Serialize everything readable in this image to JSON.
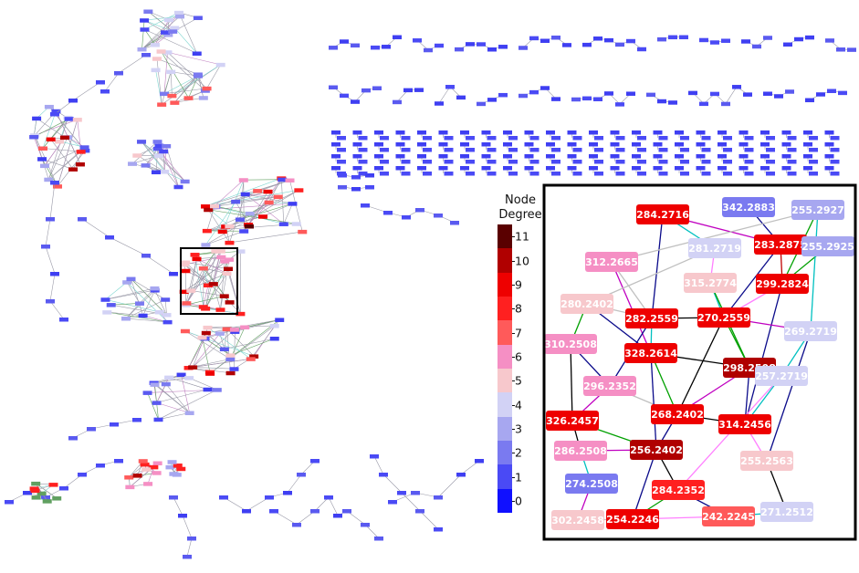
{
  "legend": {
    "title_line1": "Node",
    "title_line2": "Degree",
    "ticks": [
      "11",
      "10",
      "9",
      "8",
      "7",
      "6",
      "5",
      "4",
      "3",
      "2",
      "1",
      "0"
    ],
    "colors": [
      "#5a0000",
      "#b00000",
      "#ee0000",
      "#ff2020",
      "#ff5a5a",
      "#f58fc4",
      "#f7c8cc",
      "#d2d2f5",
      "#a7a7f0",
      "#7a7af0",
      "#4a4af5",
      "#1010ff"
    ]
  },
  "inset": {
    "nodes": [
      {
        "label": "284.2716",
        "degree": 9
      },
      {
        "label": "342.2883",
        "degree": 2
      },
      {
        "label": "255.2927",
        "degree": 3
      },
      {
        "label": "281.2719",
        "degree": 4
      },
      {
        "label": "283.2875",
        "degree": 9
      },
      {
        "label": "255.2925",
        "degree": 3
      },
      {
        "label": "312.2665",
        "degree": 6
      },
      {
        "label": "315.2774",
        "degree": 5
      },
      {
        "label": "299.2824",
        "degree": 9
      },
      {
        "label": "280.2402",
        "degree": 5
      },
      {
        "label": "282.2559",
        "degree": 9
      },
      {
        "label": "270.2559",
        "degree": 9
      },
      {
        "label": "269.2719",
        "degree": 4
      },
      {
        "label": "310.2508",
        "degree": 6
      },
      {
        "label": "328.2614",
        "degree": 9
      },
      {
        "label": "298.2508",
        "degree": 10
      },
      {
        "label": "257.2719",
        "degree": 4
      },
      {
        "label": "296.2352",
        "degree": 6
      },
      {
        "label": "326.2457",
        "degree": 9
      },
      {
        "label": "268.2402",
        "degree": 9
      },
      {
        "label": "314.2456",
        "degree": 9
      },
      {
        "label": "286.2508",
        "degree": 6
      },
      {
        "label": "256.2402",
        "degree": 10
      },
      {
        "label": "255.2563",
        "degree": 5
      },
      {
        "label": "274.2508",
        "degree": 2
      },
      {
        "label": "284.2352",
        "degree": 8
      },
      {
        "label": "271.2512",
        "degree": 4
      },
      {
        "label": "302.2458",
        "degree": 5
      },
      {
        "label": "254.2246",
        "degree": 9
      },
      {
        "label": "242.2245",
        "degree": 7
      }
    ]
  }
}
